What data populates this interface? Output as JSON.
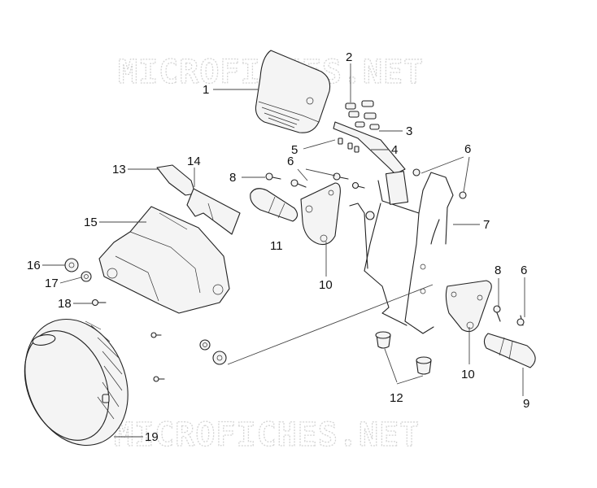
{
  "watermark": {
    "top": "MICROFICHES.NET",
    "bottom": "MICROFICHES.NET"
  },
  "callouts": {
    "c1": "1",
    "c2": "2",
    "c3": "3",
    "c4": "4",
    "c5": "5",
    "c6a": "6",
    "c6b": "6",
    "c6c": "6",
    "c7": "7",
    "c8a": "8",
    "c8b": "8",
    "c9": "9",
    "c10a": "10",
    "c10b": "10",
    "c11": "11",
    "c12": "12",
    "c13": "13",
    "c14": "14",
    "c15": "15",
    "c16": "16",
    "c17": "17",
    "c18": "18",
    "c19": "19"
  }
}
